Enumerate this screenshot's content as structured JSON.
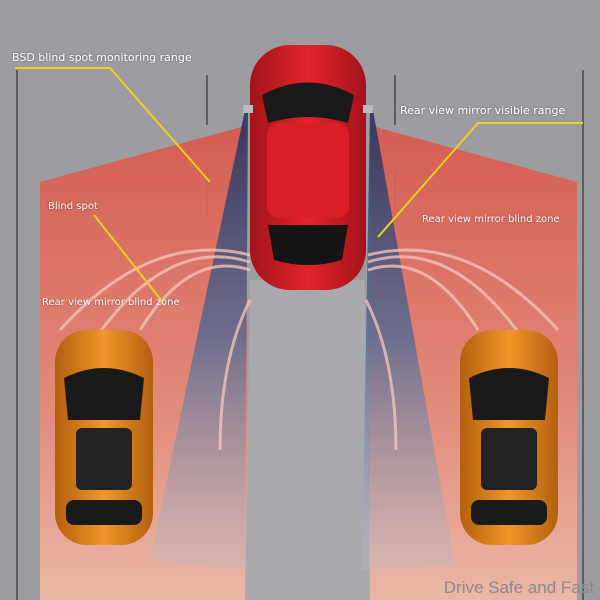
{
  "labels": {
    "bsd_range": "BSD blind spot monitoring range",
    "mirror_visible_range": "Rear view mirror visible range",
    "blind_spot": "Blind spot",
    "mirror_blind_zone_right": "Rear view mirror blind zone",
    "mirror_blind_zone_left": "Rear view mirror blind zone"
  },
  "watermark": "Drive Safe and Fast",
  "colors": {
    "background": "#9d9ca1",
    "bsd_zone": "#e0614f",
    "mirror_cone": "#2c4a7a",
    "host_car": "#d81f26",
    "adjacent_cars": "#e8891f",
    "leader_lines": "#e8d21e"
  }
}
